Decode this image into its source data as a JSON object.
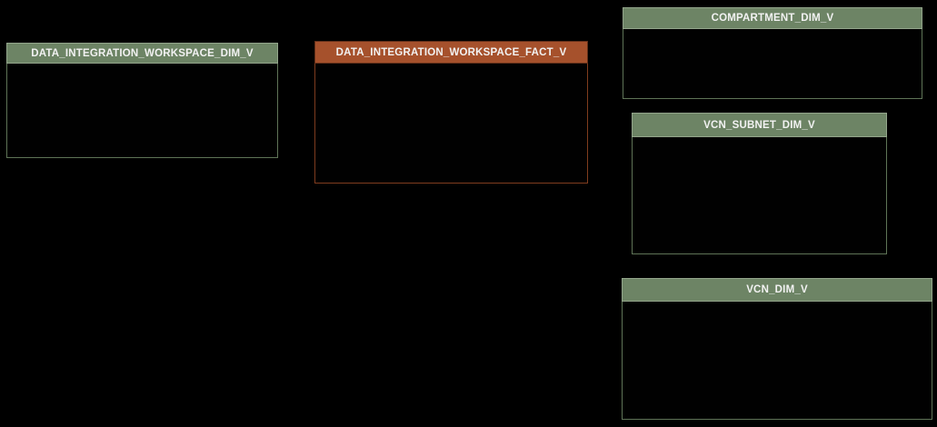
{
  "diagram": {
    "kind": "database-schema-star-diagram",
    "background_color": "#000000",
    "tables": [
      {
        "name": "DATA_INTEGRATION_WORKSPACE_DIM_V",
        "role": "dimension"
      },
      {
        "name": "DATA_INTEGRATION_WORKSPACE_FACT_V",
        "role": "fact"
      },
      {
        "name": "COMPARTMENT_DIM_V",
        "role": "dimension"
      },
      {
        "name": "VCN_SUBNET_DIM_V",
        "role": "dimension"
      },
      {
        "name": "VCN_DIM_V",
        "role": "dimension"
      }
    ],
    "colors": {
      "dimension_header": "#6d8465",
      "dimension_header_border": "#93a58b",
      "dimension_body_border": "#5f7457",
      "fact_header": "#a6512c",
      "fact_header_border": "#63301a",
      "fact_body_border": "#7f3c1e",
      "header_text": "#f2f2f2",
      "body_fill": "#010101"
    }
  }
}
